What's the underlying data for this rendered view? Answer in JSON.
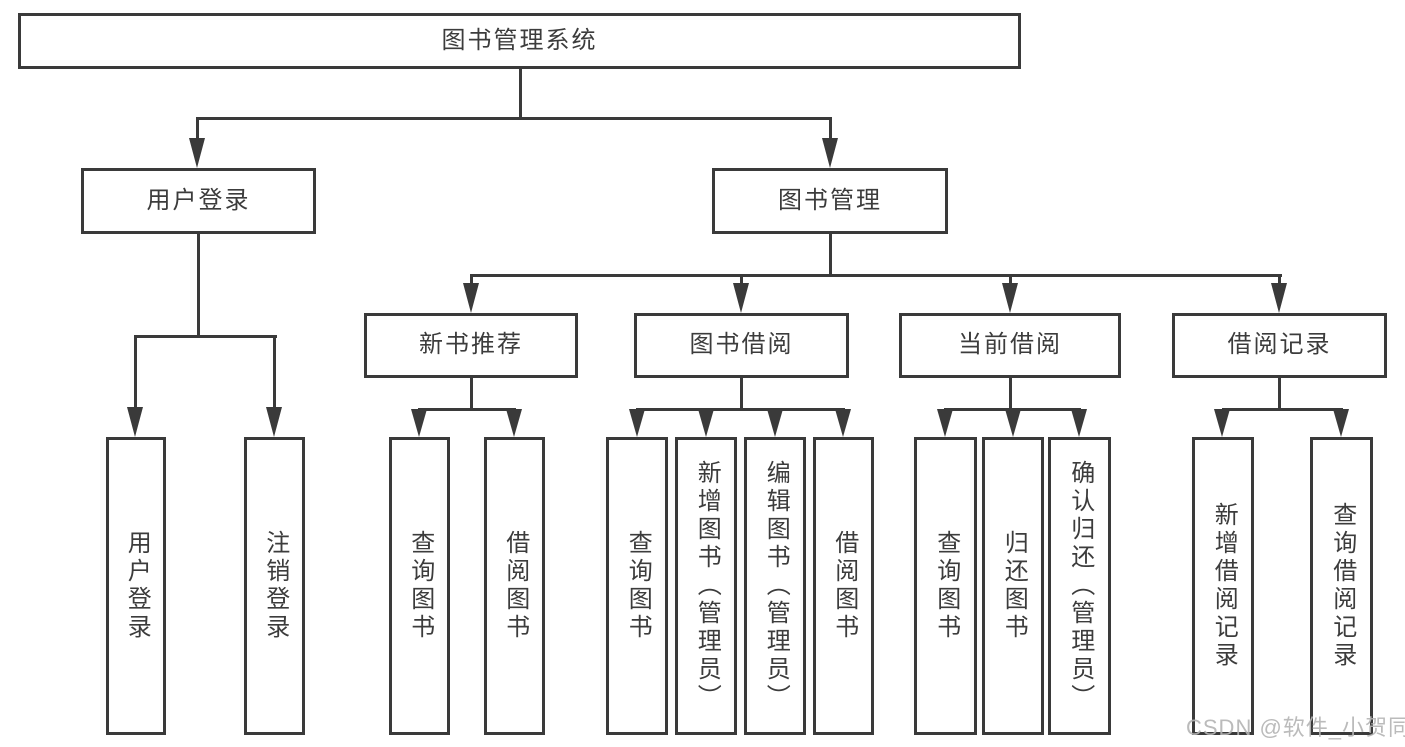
{
  "nodes": {
    "root": "图书管理系统",
    "user_login": "用户登录",
    "book_mgmt": "图书管理",
    "new_books": "新书推荐",
    "book_borrow": "图书借阅",
    "current_borrow": "当前借阅",
    "borrow_records": "借阅记录",
    "leaves": {
      "login": "用户登录",
      "logout": "注销登录",
      "nb_query": "查询图书",
      "nb_borrow": "借阅图书",
      "bb_query": "查询图书",
      "bb_add": "新增图书（管理员）",
      "bb_edit": "编辑图书（管理员）",
      "bb_borrow": "借阅图书",
      "cb_query": "查询图书",
      "cb_return": "归还图书",
      "cb_confirm": "确认归还（管理员）",
      "br_add": "新增借阅记录",
      "br_query": "查询借阅记录"
    }
  },
  "watermark": "CSDN @软件_小贺同学",
  "colors": {
    "line": "#3a3a3a",
    "text": "#3c3c3c",
    "watermark": "#b4b4b4",
    "background": "#ffffff"
  }
}
